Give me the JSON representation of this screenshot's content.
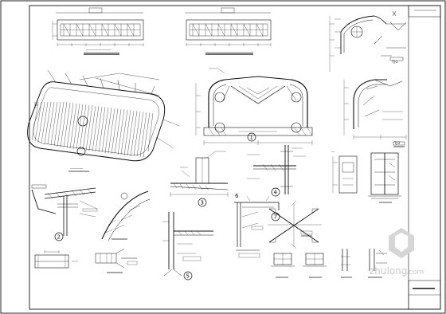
{
  "watermark": {
    "brand": "zhulong",
    "domain": ".com"
  },
  "detail_numbers": [
    "1",
    "2",
    "3",
    "4",
    "5",
    "6",
    "7"
  ],
  "section_tags": [
    "TJ-1",
    "TJ-2"
  ],
  "colors": {
    "line": "#111111",
    "paper": "#ffffff",
    "watermark": "#c9c9c9"
  }
}
